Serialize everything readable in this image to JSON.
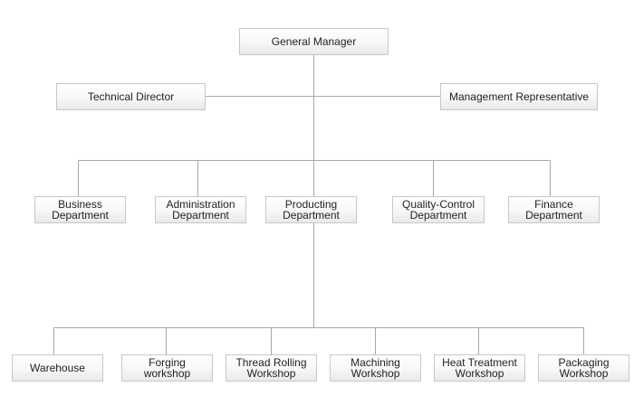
{
  "top": {
    "general_manager": "General Manager",
    "technical_director": "Technical Director",
    "management_representative": "Management Representative"
  },
  "departments": {
    "business": "Business\nDepartment",
    "administration": "Administration\nDepartment",
    "producting": "Producting\nDepartment",
    "quality_control": "Quality-Control\nDepartment",
    "finance": "Finance\nDepartment"
  },
  "workshops": {
    "warehouse": "Warehouse",
    "forging": "Forging\nworkshop",
    "thread_rolling": "Thread Rolling\nWorkshop",
    "machining": "Machining\nWorkshop",
    "heat_treatment": "Heat Treatment\nWorkshop",
    "packaging": "Packaging\nWorkshop"
  },
  "colors": {
    "connector": "#a8a8a8",
    "box_border": "#c8c8c8",
    "text": "#222222"
  }
}
